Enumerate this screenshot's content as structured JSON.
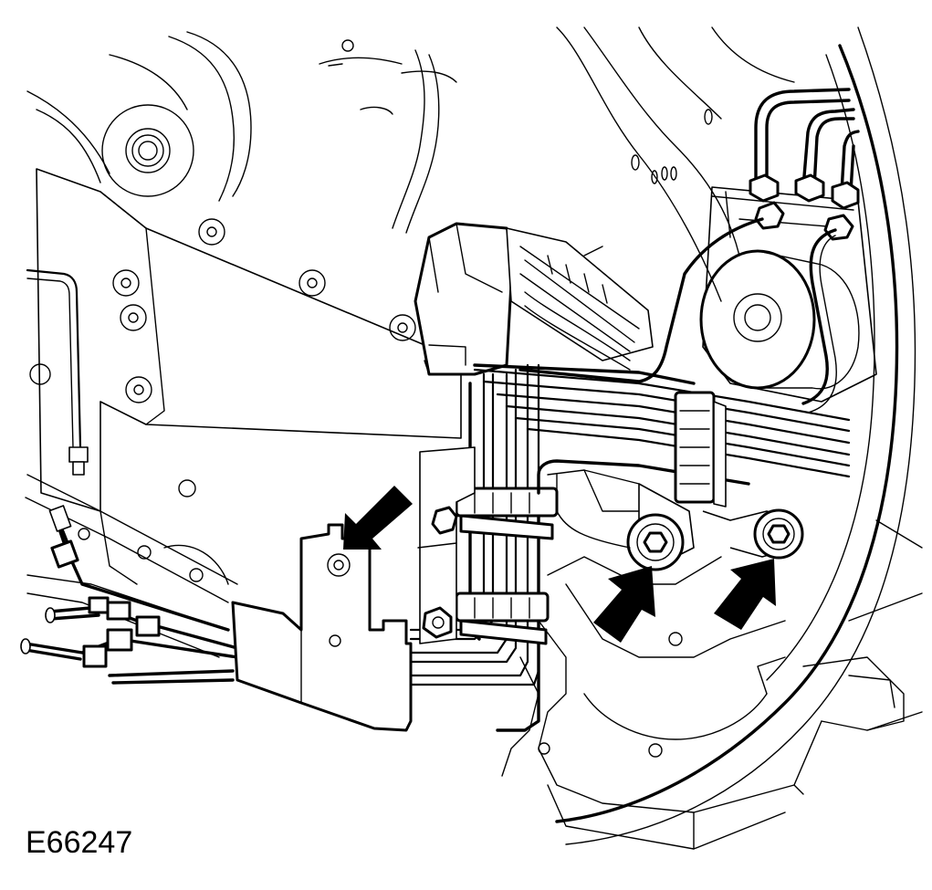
{
  "figure": {
    "id_label": "E66247"
  },
  "colors": {
    "line": "#000000",
    "background": "#ffffff",
    "arrow_fill": "#000000"
  },
  "callouts": {
    "arrow_count": 3,
    "arrow_names": [
      "arrow-upper-left-fastener",
      "arrow-left-bracket-bolt",
      "arrow-right-bracket-bolt"
    ]
  }
}
